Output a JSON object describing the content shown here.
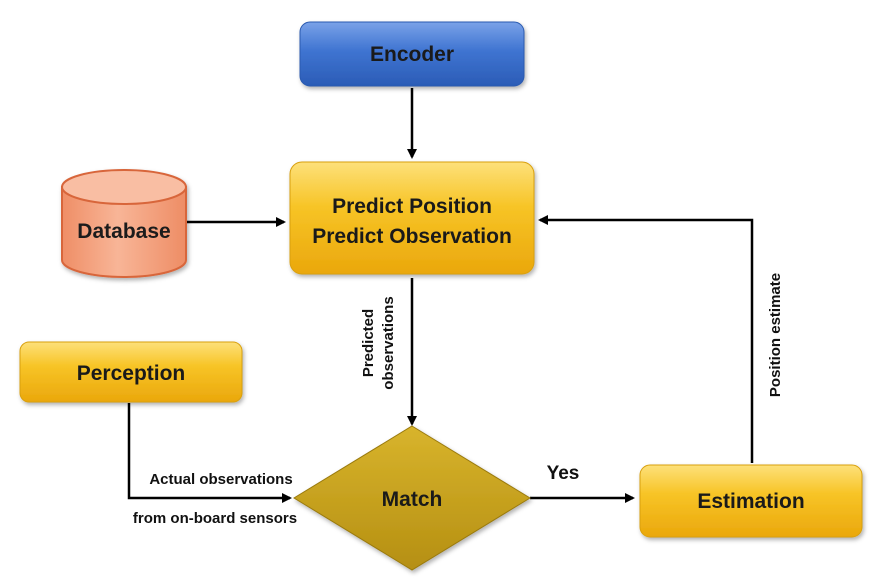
{
  "nodes": {
    "encoder": "Encoder",
    "database": "Database",
    "predict_line1": "Predict Position",
    "predict_line2": "Predict Observation",
    "perception": "Perception",
    "match": "Match",
    "estimation": "Estimation"
  },
  "edges": {
    "predicted_line1": "Predicted",
    "predicted_line2": "observations",
    "actual_line1": "Actual observations",
    "actual_line2": "from on-board sensors",
    "yes": "Yes",
    "position_estimate": "Position estimate"
  },
  "colors": {
    "blue": "#3f74d1",
    "yellow": "#f5bd1a",
    "salmon": "#f4a381",
    "olive": "#c6a11a",
    "arrow": "#000000"
  }
}
